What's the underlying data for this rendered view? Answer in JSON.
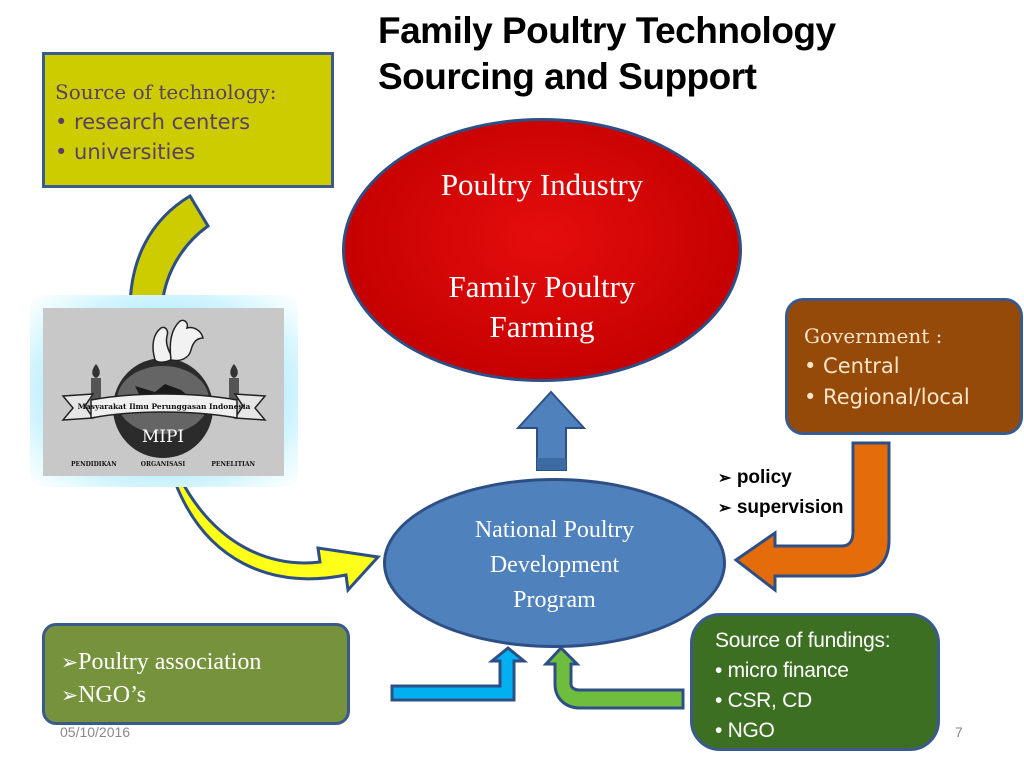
{
  "slide": {
    "title_line1": "Family Poultry Technology",
    "title_line2": "Sourcing and Support",
    "date": "05/10/2016",
    "page_number": "7"
  },
  "technology_source": {
    "heading": "Source of technology:",
    "items": [
      "• research centers",
      "• universities"
    ],
    "fill_color": "#cccc00"
  },
  "logo": {
    "ribbon_text": "Masyarakat Ilmu Perunggasan Indonesia",
    "acronym": "MIPI",
    "captions": [
      "PENDIDIKAN",
      "ORGANISASI",
      "PENELITIAN"
    ]
  },
  "poultry_industry": {
    "line1": "Poultry Industry",
    "line2": "Family Poultry",
    "line3": "Farming",
    "fill_color": "#c40000"
  },
  "government": {
    "heading": "Government :",
    "items": [
      "• Central",
      "• Regional/local"
    ],
    "fill_color": "#954a09"
  },
  "government_roles": {
    "bullet": "➢",
    "items": [
      "policy",
      "supervision"
    ]
  },
  "national_program": {
    "line1": "National Poultry",
    "line2": "Development",
    "line3": "Program",
    "fill_color": "#4f81bd"
  },
  "associations": {
    "bullet": "➢",
    "items": [
      "Poultry association",
      "NGO’s"
    ],
    "fill_color": "#76923c"
  },
  "fundings": {
    "heading": "Source of fundings:",
    "items": [
      "• micro finance",
      "• CSR, CD",
      "• NGO"
    ],
    "fill_color": "#3d6f23"
  }
}
